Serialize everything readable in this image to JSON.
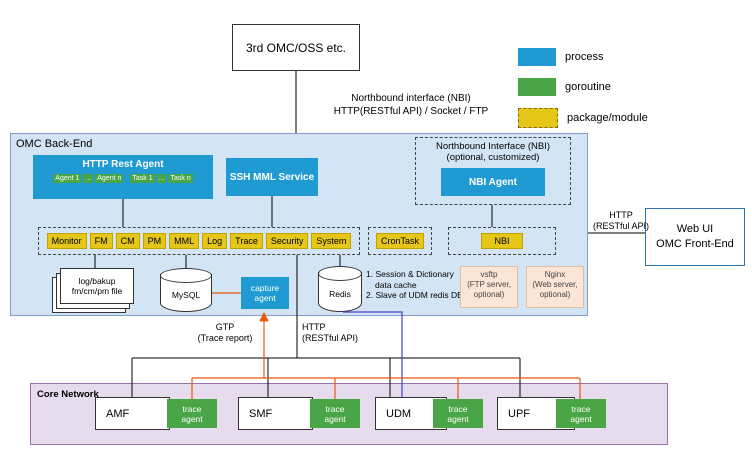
{
  "colors": {
    "process": "#1f9ad2",
    "goroutine": "#4aa546",
    "package": "#e6c619",
    "backend-bg": "#d3e5f5",
    "core-bg": "#e6dcee",
    "optional-bg": "#fbe5d6",
    "orange": "#e8590c",
    "blue-line": "#4444cc"
  },
  "external": {
    "omc_oss": "3rd OMC/OSS etc."
  },
  "legend": {
    "process": "process",
    "goroutine": "goroutine",
    "package": "package/module"
  },
  "labels": {
    "nbi_line1": "Northbound interface (NBI)",
    "nbi_line2": "HTTP(RESTful API) / Socket / FTP",
    "http_right_1": "HTTP",
    "http_right_2": "(RESTful API)",
    "gtp_1": "GTP",
    "gtp_2": "(Trace report)",
    "http_mid_1": "HTTP",
    "http_mid_2": "(RESTful API)"
  },
  "backend": {
    "title": "OMC Back-End",
    "http_rest_agent": {
      "title": "HTTP Rest Agent",
      "items": [
        "Agent 1",
        "...",
        "Agent n",
        "Task 1",
        "...",
        "Task n"
      ]
    },
    "ssh_mml_service": "SSH MML Service",
    "nbi_group": {
      "title_1": "Northbound Interface (NBI)",
      "title_2": "(optional, customized)",
      "agent": "NBI  Agent"
    },
    "modules": [
      "Monitor",
      "FM",
      "CM",
      "PM",
      "MML",
      "Log",
      "Trace",
      "Security",
      "System"
    ],
    "crontask": "CronTask",
    "nbi_module": "NBI",
    "log_store": {
      "line1": "log/bakup",
      "line2": "fm/cm/pm file"
    },
    "mysql": "MySQL",
    "capture_agent": "capture agent",
    "redis": "Redis",
    "redis_note": [
      "1. Session & Dictionary",
      "data cache",
      "2. Slave of UDM redis DB"
    ],
    "vsftp": {
      "name": "vsftp",
      "sub1": "(FTP server,",
      "sub2": "optional)"
    },
    "nginx": {
      "name": "Nginx",
      "sub1": "(Web server,",
      "sub2": "optional)"
    }
  },
  "webui": {
    "line1": "Web UI",
    "line2": "OMC Front-End"
  },
  "core_network": {
    "title": "Core Network",
    "nodes": [
      {
        "name": "AMF",
        "agent": "trace agent"
      },
      {
        "name": "SMF",
        "agent": "trace agent"
      },
      {
        "name": "UDM",
        "agent": "trace agent"
      },
      {
        "name": "UPF",
        "agent": "trace agent"
      }
    ]
  }
}
